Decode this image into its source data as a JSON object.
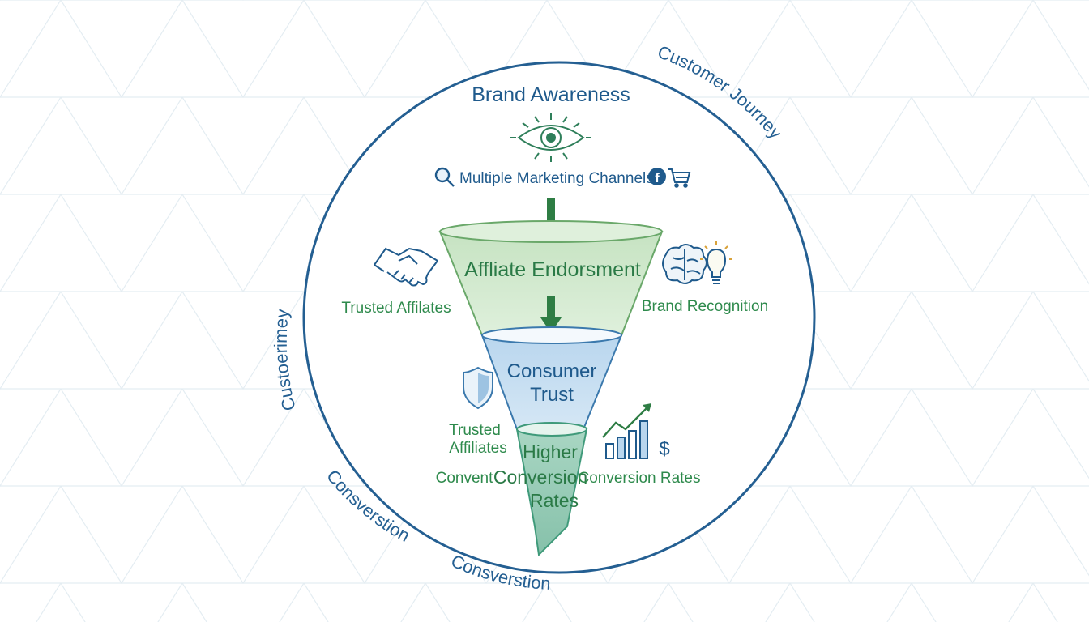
{
  "arc_labels": {
    "top_right": "Customer Journey",
    "left": "Custoerimey",
    "bottom_left": "Consverstion",
    "bottom": "Consverstion"
  },
  "top": {
    "title": "Brand Awareness",
    "channels_label": "Multiple Marketing Channels",
    "facebook_glyph": "f"
  },
  "funnel": {
    "stage1": "Affliate Endorsment",
    "stage2_line1": "Consumer",
    "stage2_line2": "Trust",
    "stage3_line1": "Higher",
    "stage3_line2": "Conversion",
    "stage3_line3": "Rates"
  },
  "side_labels": {
    "trusted_affiliates_left": "Trusted Affilates",
    "brand_recognition": "Brand Recognition",
    "trusted_affiliates_2_line1": "Trusted",
    "trusted_affiliates_2_line2": "Affiliates",
    "convent": "Convent",
    "conversion_rates": "Conversion Rates",
    "dollar_glyph": "$"
  },
  "icons": {
    "eye": "eye-icon",
    "search": "search-icon",
    "facebook": "facebook-icon",
    "cart": "cart-icon",
    "handshake": "handshake-icon",
    "brain": "brain-icon",
    "lightbulb": "lightbulb-icon",
    "shield": "shield-icon",
    "chart": "bar-chart-icon"
  },
  "colors": {
    "circle": "#245f92",
    "green_stage": "#cfe6cb",
    "blue_stage": "#c3dbef",
    "teal_stage": "#9fcdbb",
    "arrow": "#2e7d44"
  }
}
